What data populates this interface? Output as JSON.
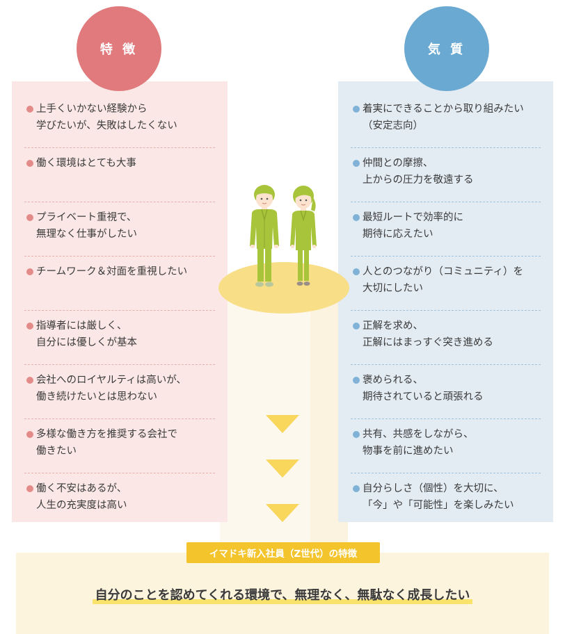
{
  "left_header": "特 徴",
  "right_header": "気 質",
  "left_items": [
    "上手くいかない経験から\n学びたいが、失敗はしたくない",
    "働く環境はとても大事",
    "プライベート重視で、\n無理なく仕事がしたい",
    "チームワーク＆対面を重視したい",
    "指導者には厳しく、\n自分には優しくが基本",
    "会社へのロイヤルティは高いが、\n働き続けたいとは思わない",
    "多様な働き方を推奨する会社で\n働きたい",
    "働く不安はあるが、\n人生の充実度は高い"
  ],
  "right_items": [
    "着実にできることから取り組みたい\n（安定志向）",
    "仲間との摩擦、\n上からの圧力を敬遠する",
    "最短ルートで効率的に\n期待に応えたい",
    "人とのつながり（コミュニティ）を\n大切にしたい",
    "正解を求め、\n正解にはまっすぐ突き進める",
    "褒められる、\n期待されていると頑張れる",
    "共有、共感をしながら、\n物事を前に進めたい",
    "自分らしさ（個性）を大切に、\n「今」や「可能性」を楽しみたい"
  ],
  "bottom_label": "イマドキ新入社員（Z世代）の特徴",
  "bottom_text": "自分のことを認めてくれる環境で、無理なく、無駄なく成長したい",
  "colors": {
    "left_accent": "#e07a7c",
    "right_accent": "#6aa9d1",
    "figure_green": "#a8c43a",
    "label_yellow": "#f4c42c"
  }
}
